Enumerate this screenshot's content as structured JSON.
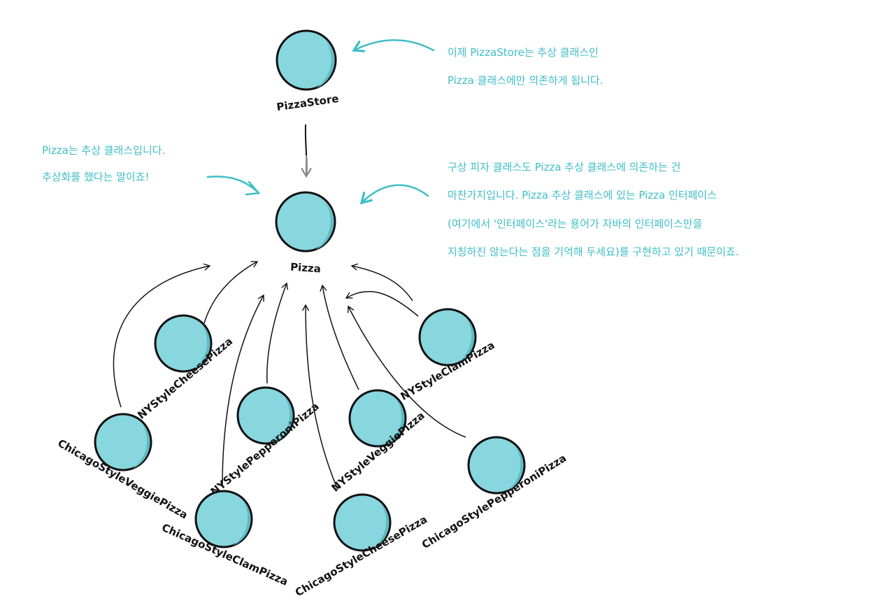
{
  "nodes": {
    "pizza_store": "PizzaStore",
    "pizza": "Pizza",
    "ny_cheese": "NYStyleCheesePizza",
    "ny_clam": "NYStyleClamPizza",
    "ny_pepperoni": "NYStylePepperoniPizza",
    "ny_veggie": "NYStyleVeggiePizza",
    "chicago_veggie": "ChicagoStyleVeggiePizza",
    "chicago_clam": "ChicagoStyleClamPizza",
    "chicago_cheese": "ChicagoStyleCheesePizza",
    "chicago_pepperoni": "ChicagoStylePepperoniPizza"
  },
  "annotations": {
    "store_note": [
      "이제 PizzaStore는 추상 클래스인",
      "Pizza 클래스에만 의존하게 됩니다."
    ],
    "pizza_note": [
      "Pizza는 추상 클래스입니다.",
      "추상화를 했다는 말이죠!"
    ],
    "concrete_note": [
      "구상 피자 클래스도 Pizza 추상 클래스에 의존하는 건",
      "마찬가지입니다. Pizza 추상 클래스에 있는 Pizza 인터페이스",
      "(여기에서 '인터페이스'라는 용어가 자바의 인터페이스만을",
      "지칭하진 않는다는 점을 기억해 두세요)를 구현하고 있기 때문이죠."
    ]
  },
  "colors": {
    "node_fill": "#88d6de",
    "node_shade": "#5bbcc6",
    "annotation_text": "#3fbec7",
    "outline": "#111111"
  }
}
